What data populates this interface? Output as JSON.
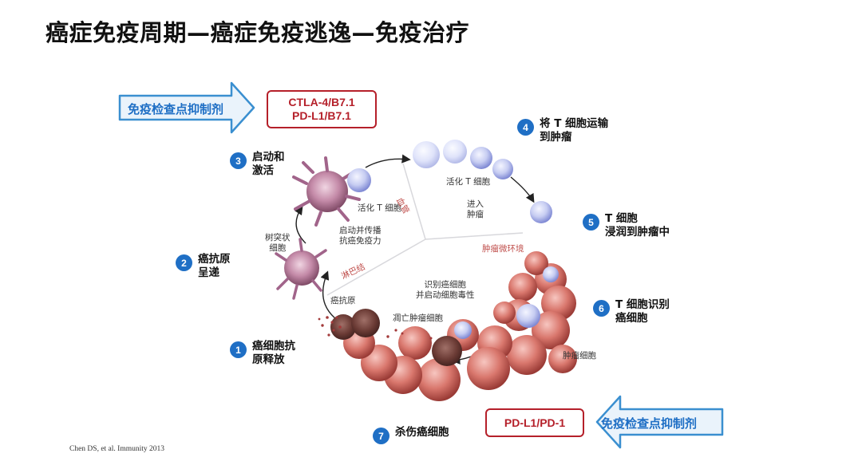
{
  "title": "癌症免疫周期—癌症免疫逃逸—免疫治疗",
  "steps": [
    {
      "num": "1",
      "text": "癌细胞抗\n原释放"
    },
    {
      "num": "2",
      "text": "癌抗原\n呈递"
    },
    {
      "num": "3",
      "text": "启动和\n激活"
    },
    {
      "num": "4",
      "text": "将 T 细胞运输\n到肿瘤"
    },
    {
      "num": "5",
      "text": "T 细胞\n浸润到肿瘤中"
    },
    {
      "num": "6",
      "text": "T 细胞识别\n癌细胞"
    },
    {
      "num": "7",
      "text": "杀伤癌细胞"
    }
  ],
  "labels": {
    "dendritic": "树突状\n细胞",
    "antigen": "癌抗原",
    "activated_t_left": "活化 T 细胞",
    "activated_t_top": "活化 T 细胞",
    "prime": "启动并传播\n抗癌免疫力",
    "enter": "进入\n肿瘤",
    "recognize": "识别癌细胞\n并启动细胞毒性",
    "dying": "凋亡肿瘤细胞",
    "tumor_cell": "肿瘤细胞"
  },
  "region_labels": {
    "blood": "血管",
    "lymph": "淋巴结",
    "microenv": "肿瘤微环境"
  },
  "checkpoint_top": {
    "arrow_label": "免疫检查点抑制剂",
    "box_lines": [
      "CTLA-4/B7.1",
      "PD-L1/B7.1"
    ]
  },
  "checkpoint_bottom": {
    "arrow_label": "免疫检查点抑制剂",
    "box_lines": [
      "PD-L1/PD-1"
    ]
  },
  "citation": "Chen DS, et al. Immunity  2013",
  "colors": {
    "step_blue": "#1f6fc5",
    "checkpoint_red": "#b5202a",
    "region_red": "#c0504d",
    "arrow_fill": "#eaf3fb",
    "arrow_stroke": "#3a8fd0"
  }
}
